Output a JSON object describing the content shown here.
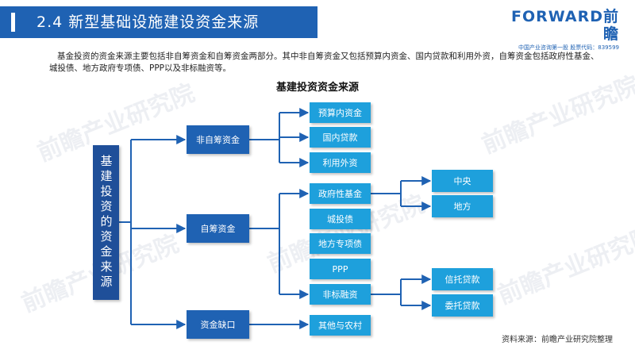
{
  "header": {
    "title": "2.4  新型基础设施建设资金来源",
    "logo_main": "FORWARD前瞻",
    "logo_sub": "中国产业咨询第一股  股票代码：839599"
  },
  "intro": "基金投资的资金来源主要包括非自筹资金和自筹资金两部分。其中非自筹资金又包括预算内资金、国内贷款和利用外资，自筹资金包括政府性基金、城投债、地方政府专项债、PPP以及非标融资等。",
  "diagram": {
    "title": "基建投资资金来源",
    "root": "基建投资的资金来源",
    "level1": [
      "非自筹资金",
      "自筹资金",
      "资金缺口"
    ],
    "level2_non_self": [
      "预算内资金",
      "国内贷款",
      "利用外资"
    ],
    "level2_self": [
      "政府性基金",
      "城投债",
      "地方专项债",
      "PPP",
      "非标融资"
    ],
    "level2_gap": [
      "其他与农村"
    ],
    "level3_govfund": [
      "中央",
      "地方"
    ],
    "level3_nonstandard": [
      "信托贷款",
      "委托贷款"
    ]
  },
  "watermark": "前瞻产业研究院",
  "source": "资料来源：前瞻产业研究院整理",
  "colors": {
    "title_bar": "#1f62b3",
    "dark_box": "#1f62b3",
    "light_box": "#1ea0dc",
    "root_box": "#1f4f99",
    "connector": "#1f62b3"
  }
}
